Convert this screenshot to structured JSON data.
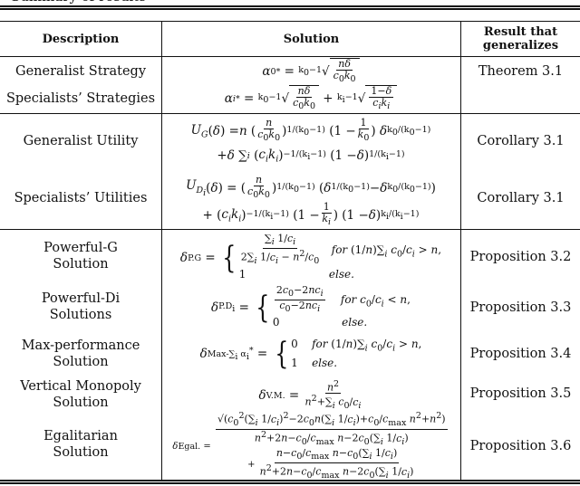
{
  "table": {
    "headers": {
      "description": "Description",
      "solution": "Solution",
      "result": "Result that generalizes"
    },
    "rows": [
      {
        "description": "Generalist Strategy",
        "result": "Theorem 3.1"
      },
      {
        "description": "Specialists’ Strategies",
        "result": ""
      },
      {
        "description": "Generalist Utility",
        "result": "Corollary 3.1"
      },
      {
        "description": "Specialists’ Utilities",
        "result": "Corollary 3.1"
      },
      {
        "description": "Powerful-G Solution",
        "result": "Proposition 3.2"
      },
      {
        "description": "Powerful-Di Solutions",
        "result": "Proposition 3.3"
      },
      {
        "description": "Max-performance Solution",
        "result": "Proposition 3.4"
      },
      {
        "description": "Vertical Monopoly Solution",
        "result": "Proposition 3.5"
      },
      {
        "description": "Egalitarian Solution",
        "result": "Proposition 3.6"
      }
    ]
  }
}
